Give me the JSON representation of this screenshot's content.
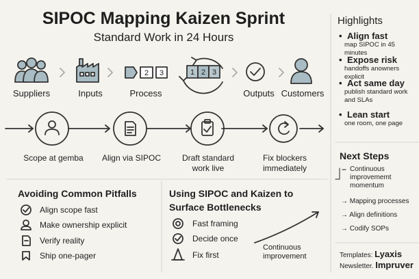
{
  "title": "SIPOC Mapping Kaizen Sprint",
  "subtitle": "Standard Work in 24 Hours",
  "sipoc": [
    "Suppliers",
    "Inputs",
    "Process",
    "Outputs",
    "Customers"
  ],
  "process_boxes": [
    "2",
    "3"
  ],
  "cycle_boxes": [
    "1",
    "2",
    "3"
  ],
  "flow": [
    "Scope at gemba",
    "Align via SIPOC",
    "Draft standard work live",
    "Fix blockers immediately"
  ],
  "highlights": {
    "title": "Highlights",
    "items": [
      {
        "head": "Align fast",
        "sub": "map SIPOC in 45 minutes"
      },
      {
        "head": "Expose risk",
        "sub": "handoffs anowners explicit"
      },
      {
        "head": "Act same day",
        "sub": "publish standard work and SLAs"
      },
      {
        "head": "Lean start",
        "sub": "one room, one page"
      }
    ]
  },
  "next_steps": {
    "title": "Next Steps",
    "items": [
      "Continuous improvememt momentum",
      "Mapping processes",
      "Align definitions",
      "Codify SOPs"
    ]
  },
  "pitfalls": {
    "title": "Avoiding Common Pitfalls",
    "items": [
      "Align scope fast",
      "Make ownership explicit",
      "Verify reality",
      "Ship one-pager"
    ]
  },
  "bottlenecks": {
    "title": "Using SIPOC and Kaizen to Surface Bottlenecks",
    "items": [
      "Fast framing",
      "Decide once",
      "Fix first"
    ],
    "arrow_label": "Continuous improvement"
  },
  "footer": [
    {
      "label": "Templates:",
      "value": "Lyaxis"
    },
    {
      "label": "Newsletter.",
      "value": "Impruver"
    }
  ]
}
